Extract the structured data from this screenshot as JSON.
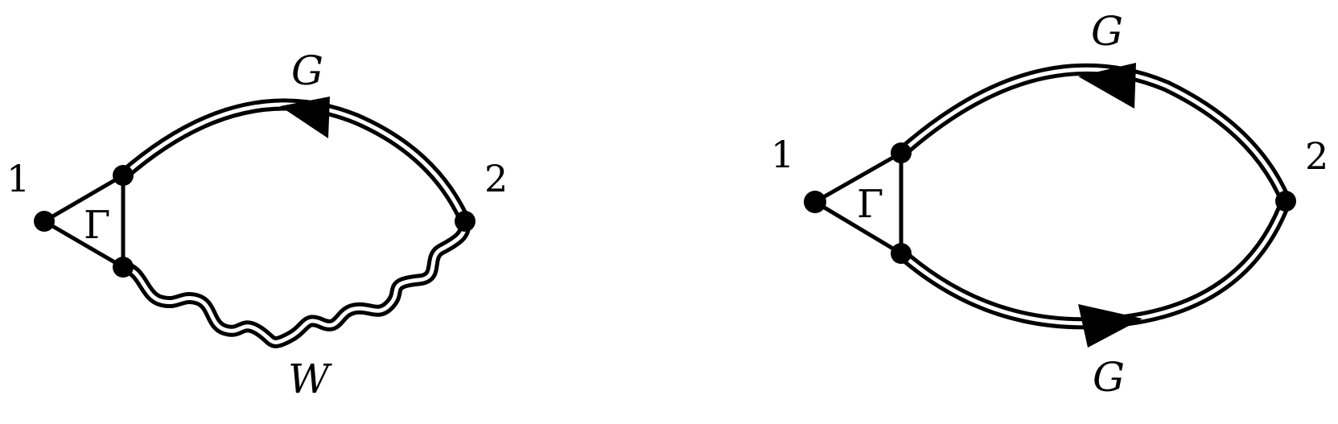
{
  "diagrams": [
    {
      "id": "left",
      "labels": {
        "external_vertex": "1",
        "vertex_function": "Γ",
        "endpoint": "2",
        "propagator": "G",
        "interaction": "W"
      }
    },
    {
      "id": "right",
      "labels": {
        "external_vertex": "1",
        "vertex_function": "Γ",
        "endpoint": "2",
        "propagator_top": "G",
        "propagator_bottom": "G"
      }
    }
  ],
  "colors": {
    "ink": "#000000",
    "paper": "#ffffff"
  }
}
